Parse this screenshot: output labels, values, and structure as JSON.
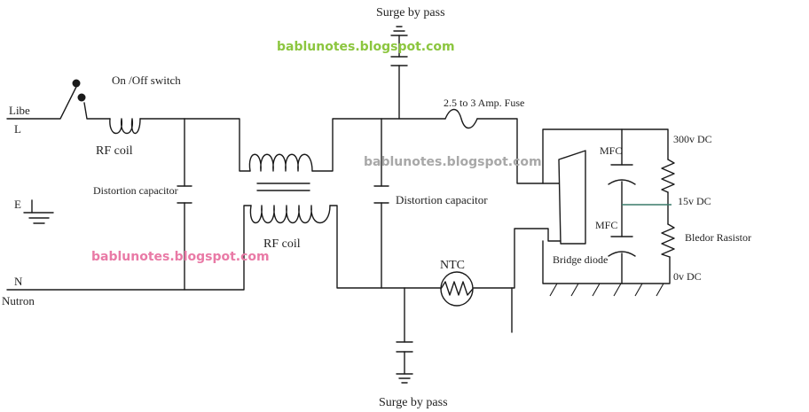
{
  "labels": {
    "line": "Libe",
    "line_letter": "L",
    "earth": "E",
    "neutral_letter": "N",
    "neutral": "Nutron",
    "switch": "On /Off switch",
    "rf_coil_1": "RF coil",
    "rf_coil_2": "RF coil",
    "distortion_cap_1": "Distortion capacitor",
    "distortion_cap_2": "Distortion capacitor",
    "surge_top": "Surge by pass",
    "surge_bottom": "Surge by pass",
    "fuse": "2.5 to 3 Amp. Fuse",
    "ntc": "NTC",
    "bridge": "Bridge diode",
    "mfc_1": "MFC",
    "mfc_2": "MFC",
    "v300": "300v DC",
    "v15": "15v DC",
    "v0": "0v DC",
    "resistor": "Bledor Rasistor"
  },
  "watermarks": [
    {
      "text": "bablunotes.blogspot.com",
      "color": "#8cc63f"
    },
    {
      "text": "bablunotes.blogspot.com",
      "color": "#a8a8a8"
    },
    {
      "text": "bablunotes.blogspot.com",
      "color": "#e97aa6"
    }
  ],
  "colors": {
    "wire": "#1a1a1a",
    "mid_tap": "#3a7a6a"
  }
}
